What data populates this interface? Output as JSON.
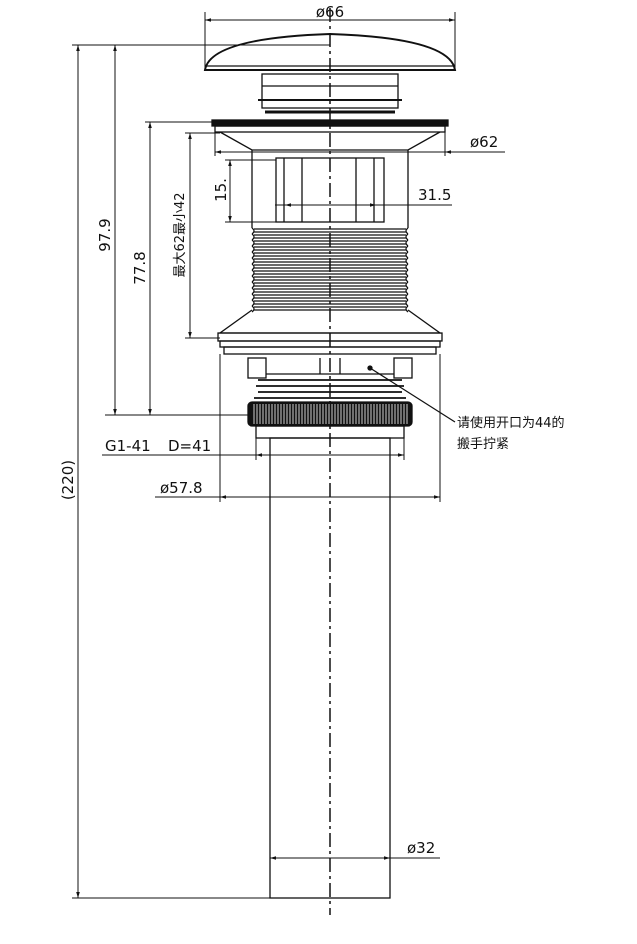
{
  "drawing": {
    "dimensions": {
      "cap_diameter": "ø66",
      "flange_diameter": "ø62",
      "height_97_9": "97.9",
      "height_77_8": "77.8",
      "adjust_range": "最大62最小42",
      "window_height": "15.",
      "window_width": "31.5",
      "total_height": "(220)",
      "thread_spec": "G1-41",
      "thread_d": "D=41",
      "lower_diameter": "ø57.8",
      "pipe_diameter": "ø32"
    },
    "note": {
      "line1": "请使用开口为44的",
      "line2": "搬手拧紧"
    },
    "line_color": "#111111"
  }
}
